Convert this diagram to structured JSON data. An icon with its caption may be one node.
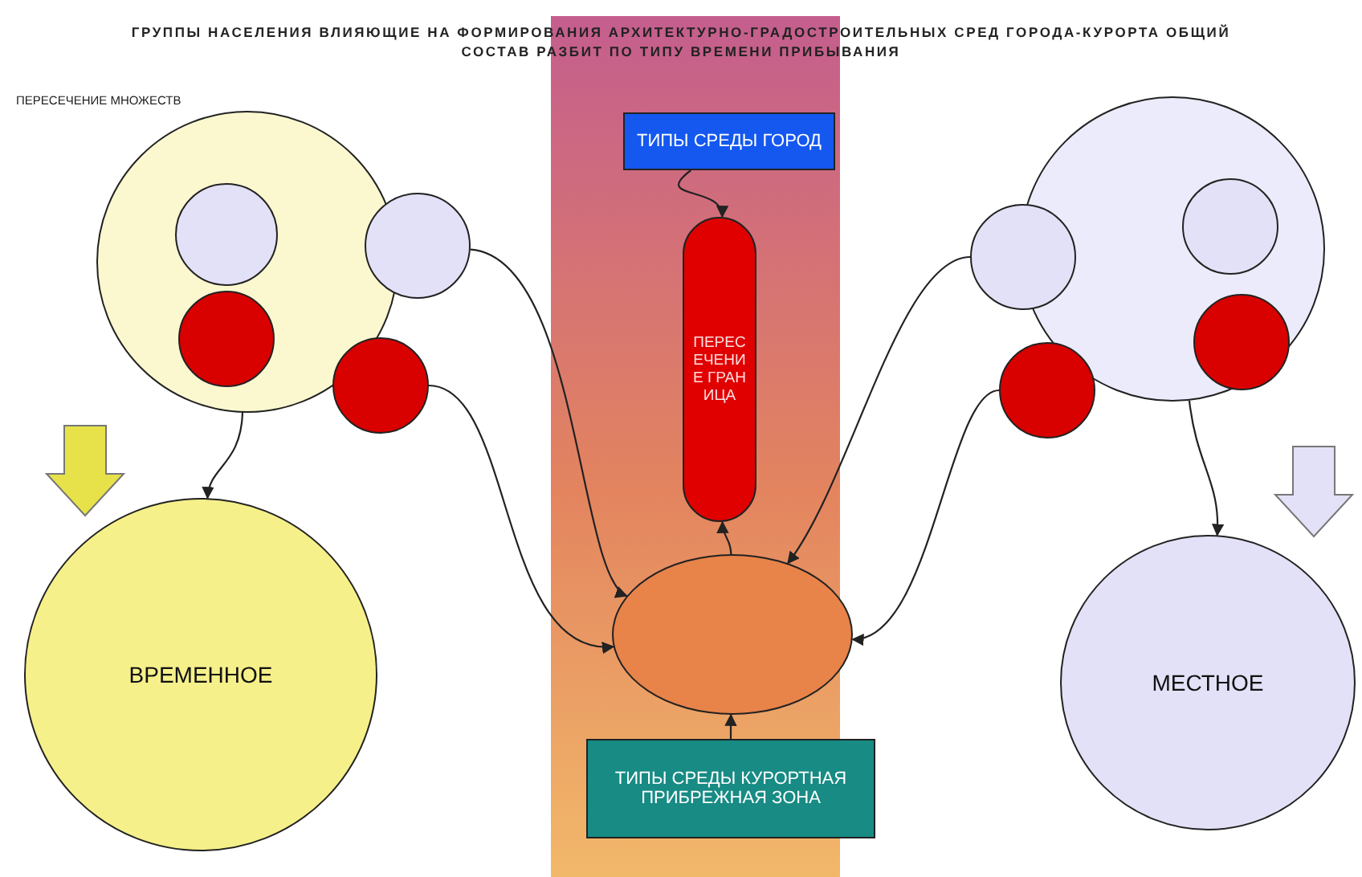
{
  "diagram": {
    "title": "ГРУППЫ НАСЕЛЕНИЯ ВЛИЯЮЩИЕ НА ФОРМИРОВАНИЯ АРХИТЕКТУРНО-ГРАДОСТРОИТЕЛЬНЫХ СРЕД ГОРОДА-КУРОРТА ОБЩИЙ СОСТАВ РАЗБИТ ПО ТИПУ ВРЕМЕНИ ПРИБЫВАНИЯ",
    "nodes": [
      {
        "text": [],
        "shape": "circle"
      },
      {
        "text": [],
        "shape": "circle",
        "in": 0
      },
      {
        "text": [],
        "shape": "circle",
        "in": 0
      },
      {
        "text": [],
        "shape": "circle"
      },
      {
        "text": [],
        "shape": "circle"
      },
      {
        "text": [
          "ВРЕМЕННОЕ"
        ]
      },
      {
        "text": [
          "ТИПЫ СРЕДЫ ГОРОД"
        ]
      },
      {
        "text": [
          "ПЕРЕСЕЧЕНИЕ ГРАНИЦА"
        ]
      },
      {
        "text": [],
        "shape": "ellipse"
      },
      {
        "text": [
          "ТИПЫ СРЕДЫ КУРОРТНАЯ ПРИБРЕЖНАЯ ЗОНА"
        ]
      },
      {
        "text": [],
        "shape": "circle"
      },
      {
        "text": [],
        "shape": "circle",
        "in": 10
      },
      {
        "text": [],
        "shape": "circle",
        "in": 10
      },
      {
        "text": [],
        "shape": "circle"
      },
      {
        "text": [],
        "shape": "circle"
      },
      {
        "text": [
          "МЕСТНОЕ"
        ]
      }
    ],
    "edges": [
      {
        "from": 6,
        "to": 7,
        "arrow": "to"
      },
      {
        "from": 8,
        "to": 7,
        "arrow": "to"
      },
      {
        "from": 3,
        "to": 8,
        "arrow": "to"
      },
      {
        "from": 4,
        "to": 8,
        "arrow": "to"
      },
      {
        "from": 13,
        "to": 8,
        "arrow": "to"
      },
      {
        "from": 14,
        "to": 8,
        "arrow": "to"
      },
      {
        "from": 9,
        "to": 8,
        "arrow": "to"
      },
      {
        "from": 0,
        "to": 5,
        "arrow": "to"
      },
      {
        "from": 10,
        "to": 15,
        "arrow": "to"
      }
    ],
    "labels": [
      "ПЕРЕСЕЧЕНИЕ МНОЖЕСТВ"
    ]
  }
}
